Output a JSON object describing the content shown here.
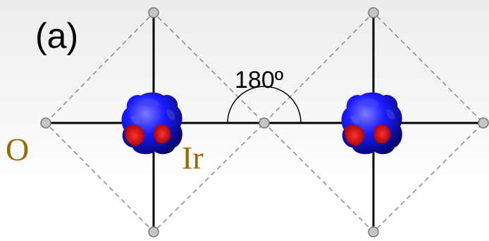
{
  "panel_label": "(a)",
  "angle_label": "180º",
  "atom_labels": {
    "oxygen": "O",
    "iridium": "Ir"
  },
  "colors": {
    "atom_label": "#9a6a00",
    "orbital_blue": "#1a1aff",
    "orbital_red": "#e00000",
    "bond": "#000000",
    "octahedron_edge": "#8a8a8a",
    "oxygen_atom": "#c4c4c4"
  },
  "icons": {
    "iridium_orbital": "ir-orbital-icon",
    "oxygen_atom": "oxygen-atom-icon"
  }
}
